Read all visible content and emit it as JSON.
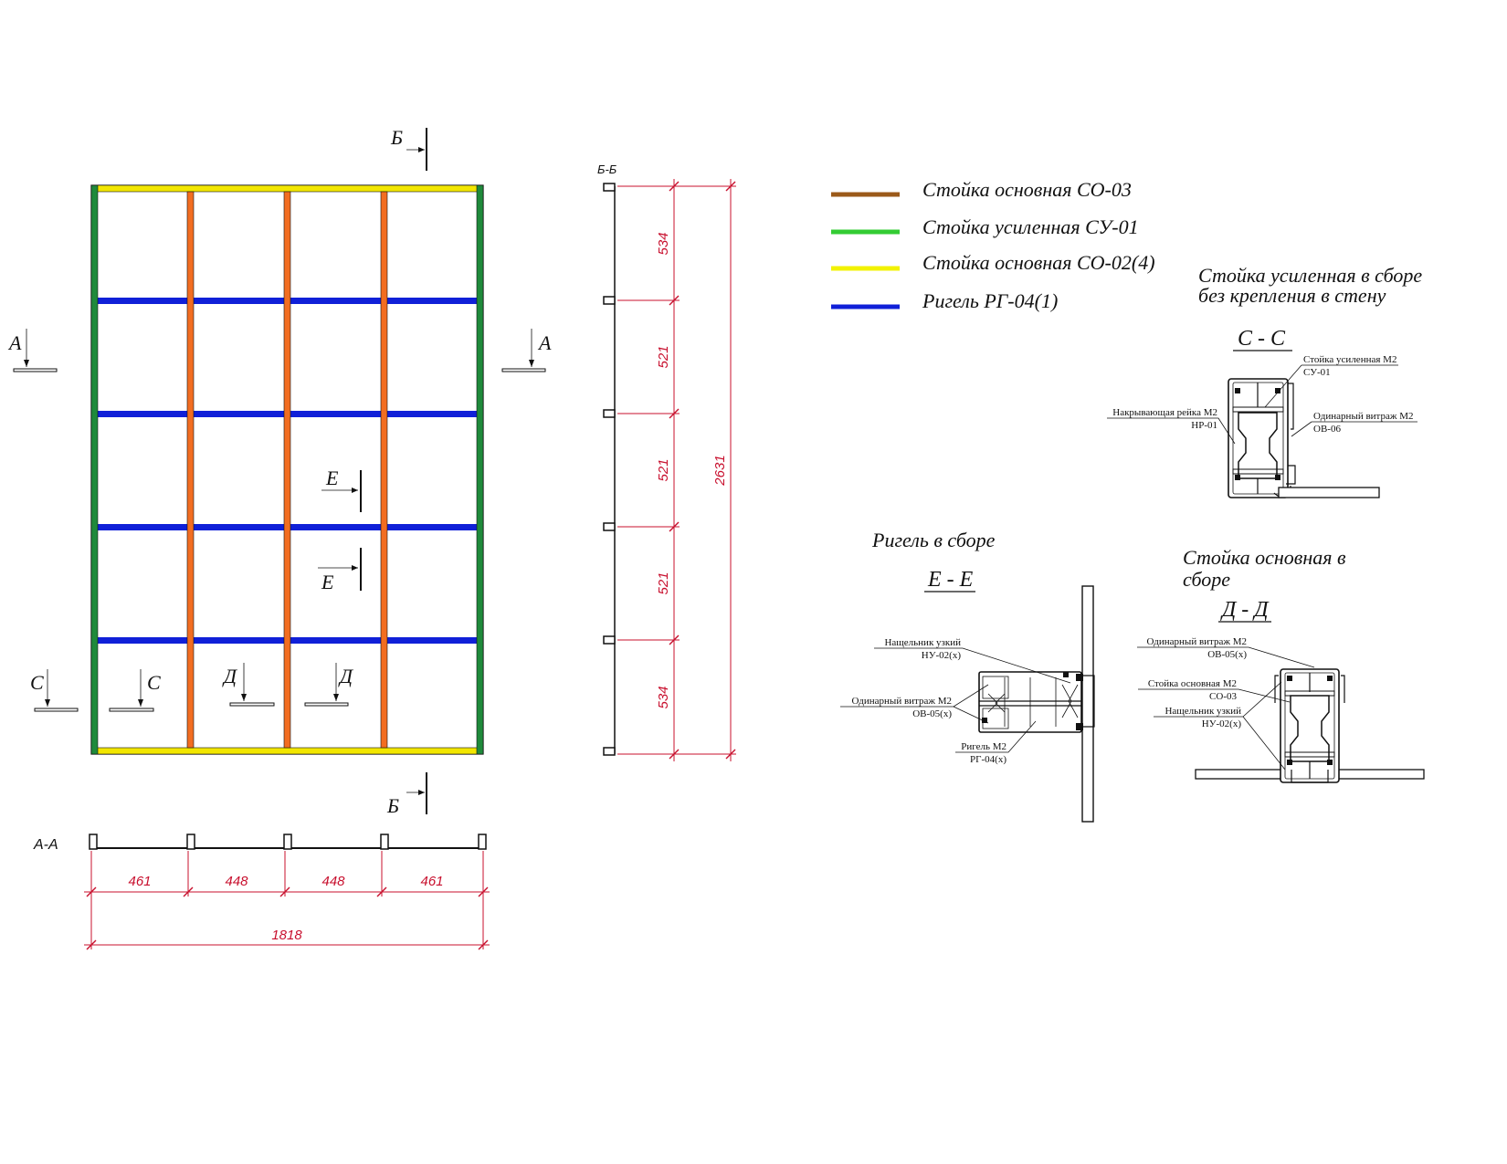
{
  "colors": {
    "mullion_main": "#f26d21",
    "mullion_reinforced": "#1f8a3b",
    "mullion_edge": "#f2e600",
    "transom": "#1020d8",
    "dimension": "#c8102e"
  },
  "legend": [
    {
      "label": "Стойка основная СО-03",
      "color": "#9b5a1a"
    },
    {
      "label": "Стойка усиленная СУ-01",
      "color": "#33cc33"
    },
    {
      "label": "Стойка основная СО-02(4)",
      "color": "#f2f200"
    },
    {
      "label": "Ригель РГ-04(1)",
      "color": "#1020d8"
    }
  ],
  "section_marks": {
    "a_left": "А",
    "a_right": "А",
    "b_top": "Б",
    "b_bottom": "Б",
    "c_left": "С",
    "c_right": "С",
    "d_left": "Д",
    "d_right": "Д",
    "e_top": "Е",
    "e_bottom": "Е"
  },
  "section_aa": {
    "label": "А-А",
    "spans": [
      "461",
      "448",
      "448",
      "461"
    ],
    "total": "1818"
  },
  "section_bb": {
    "label": "Б-Б",
    "spans": [
      "534",
      "521",
      "521",
      "521",
      "534"
    ],
    "total": "2631"
  },
  "details": {
    "cc": {
      "title_line1": "Стойка усиленная в сборе",
      "title_line2": "без крепления в стену",
      "section": "С - С",
      "callouts": [
        {
          "name": "Стойка усиленная М2",
          "code": "СУ-01"
        },
        {
          "name": "Накрывающая рейка М2",
          "code": "НР-01"
        },
        {
          "name": "Одинарный витраж  М2",
          "code": "ОВ-06"
        }
      ]
    },
    "ee": {
      "title": "Ригель в сборе",
      "section": "Е - Е",
      "callouts": [
        {
          "name": "Нащельник узкий",
          "code": "НУ-02(х)"
        },
        {
          "name": "Одинарный витраж  М2",
          "code": "ОВ-05(х)"
        },
        {
          "name": "Ригель М2",
          "code": "РГ-04(х)"
        }
      ]
    },
    "dd": {
      "title_line1": "Стойка основная в",
      "title_line2": "сборе",
      "section": "Д - Д",
      "callouts": [
        {
          "name": "Одинарный витраж  М2",
          "code": "ОВ-05(х)"
        },
        {
          "name": "Стойка основная М2",
          "code": "СО-03"
        },
        {
          "name": "Нащельник узкий",
          "code": "НУ-02(х)"
        }
      ]
    }
  }
}
